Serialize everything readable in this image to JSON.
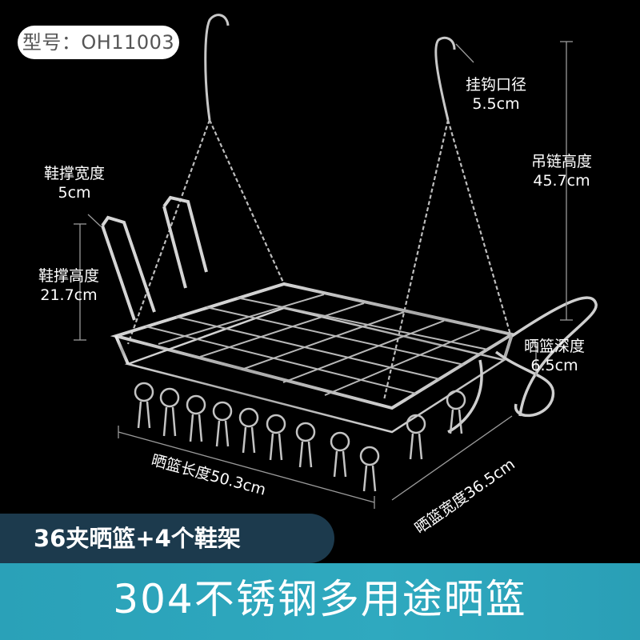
{
  "model_label": "型号：OH11003",
  "dimensions": {
    "hook_diameter": {
      "name": "挂钩口径",
      "value": "5.5cm"
    },
    "chain_height": {
      "name": "吊链高度",
      "value": "45.7cm"
    },
    "shoe_rack_width": {
      "name": "鞋撑宽度",
      "value": "5cm"
    },
    "shoe_rack_height": {
      "name": "鞋撑高度",
      "value": "21.7cm"
    },
    "basket_depth": {
      "name": "晒篮深度",
      "value": "6.5cm"
    },
    "basket_length": "晒篮长度50.3cm",
    "basket_width": "晒篮宽度36.5cm"
  },
  "feature_banner": "36夹晒篮+4个鞋架",
  "product_title": "304不锈钢多用途晒篮"
}
